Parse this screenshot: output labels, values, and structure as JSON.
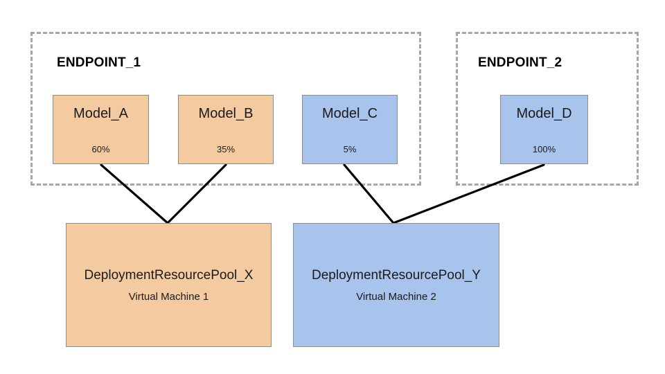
{
  "diagram": {
    "title_text": "",
    "colors": {
      "orange_fill": "#f4cba0",
      "blue_fill": "#a8c3ec",
      "box_border": "#8c8c8c",
      "group_border": "#a6a6a6",
      "connector": "#000000",
      "background": "#ffffff"
    },
    "endpoints": [
      {
        "id": "endpoint-1",
        "label": "ENDPOINT_1"
      },
      {
        "id": "endpoint-2",
        "label": "ENDPOINT_2"
      }
    ],
    "models": [
      {
        "id": "model-a",
        "name": "Model_A",
        "traffic_split": "60%",
        "color": "orange",
        "endpoint": "ENDPOINT_1",
        "pool": "DeploymentResourcePool_X"
      },
      {
        "id": "model-b",
        "name": "Model_B",
        "traffic_split": "35%",
        "color": "orange",
        "endpoint": "ENDPOINT_1",
        "pool": "DeploymentResourcePool_X"
      },
      {
        "id": "model-c",
        "name": "Model_C",
        "traffic_split": "5%",
        "color": "blue",
        "endpoint": "ENDPOINT_1",
        "pool": "DeploymentResourcePool_Y"
      },
      {
        "id": "model-d",
        "name": "Model_D",
        "traffic_split": "100%",
        "color": "blue",
        "endpoint": "ENDPOINT_2",
        "pool": "DeploymentResourcePool_Y"
      }
    ],
    "pools": [
      {
        "id": "pool-x",
        "name": "DeploymentResourcePool_X",
        "machine": "Virtual Machine 1",
        "color": "orange"
      },
      {
        "id": "pool-y",
        "name": "DeploymentResourcePool_Y",
        "machine": "Virtual Machine 2",
        "color": "blue"
      }
    ],
    "connections": [
      {
        "from": "Model_A",
        "to": "DeploymentResourcePool_X"
      },
      {
        "from": "Model_B",
        "to": "DeploymentResourcePool_X"
      },
      {
        "from": "Model_C",
        "to": "DeploymentResourcePool_Y"
      },
      {
        "from": "Model_D",
        "to": "DeploymentResourcePool_Y"
      }
    ]
  }
}
